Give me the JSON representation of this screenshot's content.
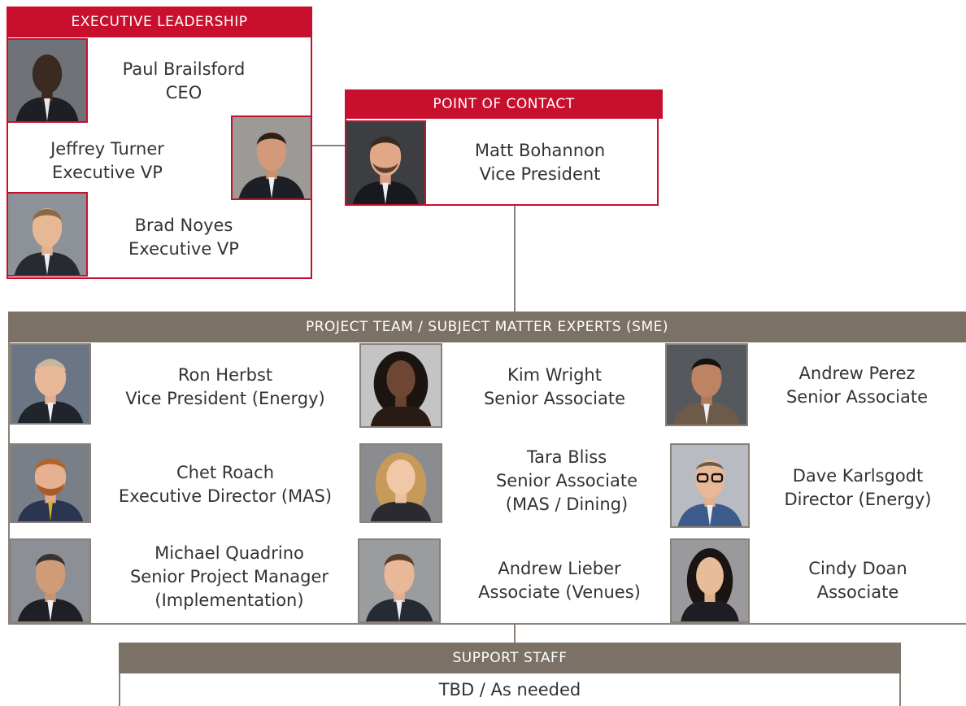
{
  "exec": {
    "header": "EXECUTIVE LEADERSHIP",
    "people": [
      {
        "name": "Paul Brailsford",
        "title": "CEO"
      },
      {
        "name": "Jeffrey Turner",
        "title": "Executive VP"
      },
      {
        "name": "Brad Noyes",
        "title": "Executive VP"
      }
    ]
  },
  "poc": {
    "header": "POINT OF CONTACT",
    "person": {
      "name": "Matt Bohannon",
      "title": "Vice President"
    }
  },
  "team": {
    "header": "PROJECT TEAM / SUBJECT MATTER EXPERTS (SME)",
    "people": [
      {
        "lines": [
          "Ron Herbst",
          "Vice President (Energy)"
        ]
      },
      {
        "lines": [
          "Kim Wright",
          "Senior Associate"
        ]
      },
      {
        "lines": [
          "Andrew Perez",
          "Senior Associate"
        ]
      },
      {
        "lines": [
          "Chet Roach",
          "Executive Director (MAS)"
        ]
      },
      {
        "lines": [
          "Tara Bliss",
          "Senior Associate",
          "(MAS / Dining)"
        ]
      },
      {
        "lines": [
          "Dave Karlsgodt",
          "Director (Energy)"
        ]
      },
      {
        "lines": [
          "Michael Quadrino",
          "Senior Project Manager",
          "(Implementation)"
        ]
      },
      {
        "lines": [
          "Andrew Lieber",
          "Associate (Venues)"
        ]
      },
      {
        "lines": [
          "Cindy Doan",
          "Associate"
        ]
      }
    ]
  },
  "support": {
    "header": "SUPPORT STAFF",
    "body": "TBD / As needed"
  },
  "colors": {
    "red": "#c8102e",
    "tan": "#7b7166",
    "line": "#8a8178"
  }
}
